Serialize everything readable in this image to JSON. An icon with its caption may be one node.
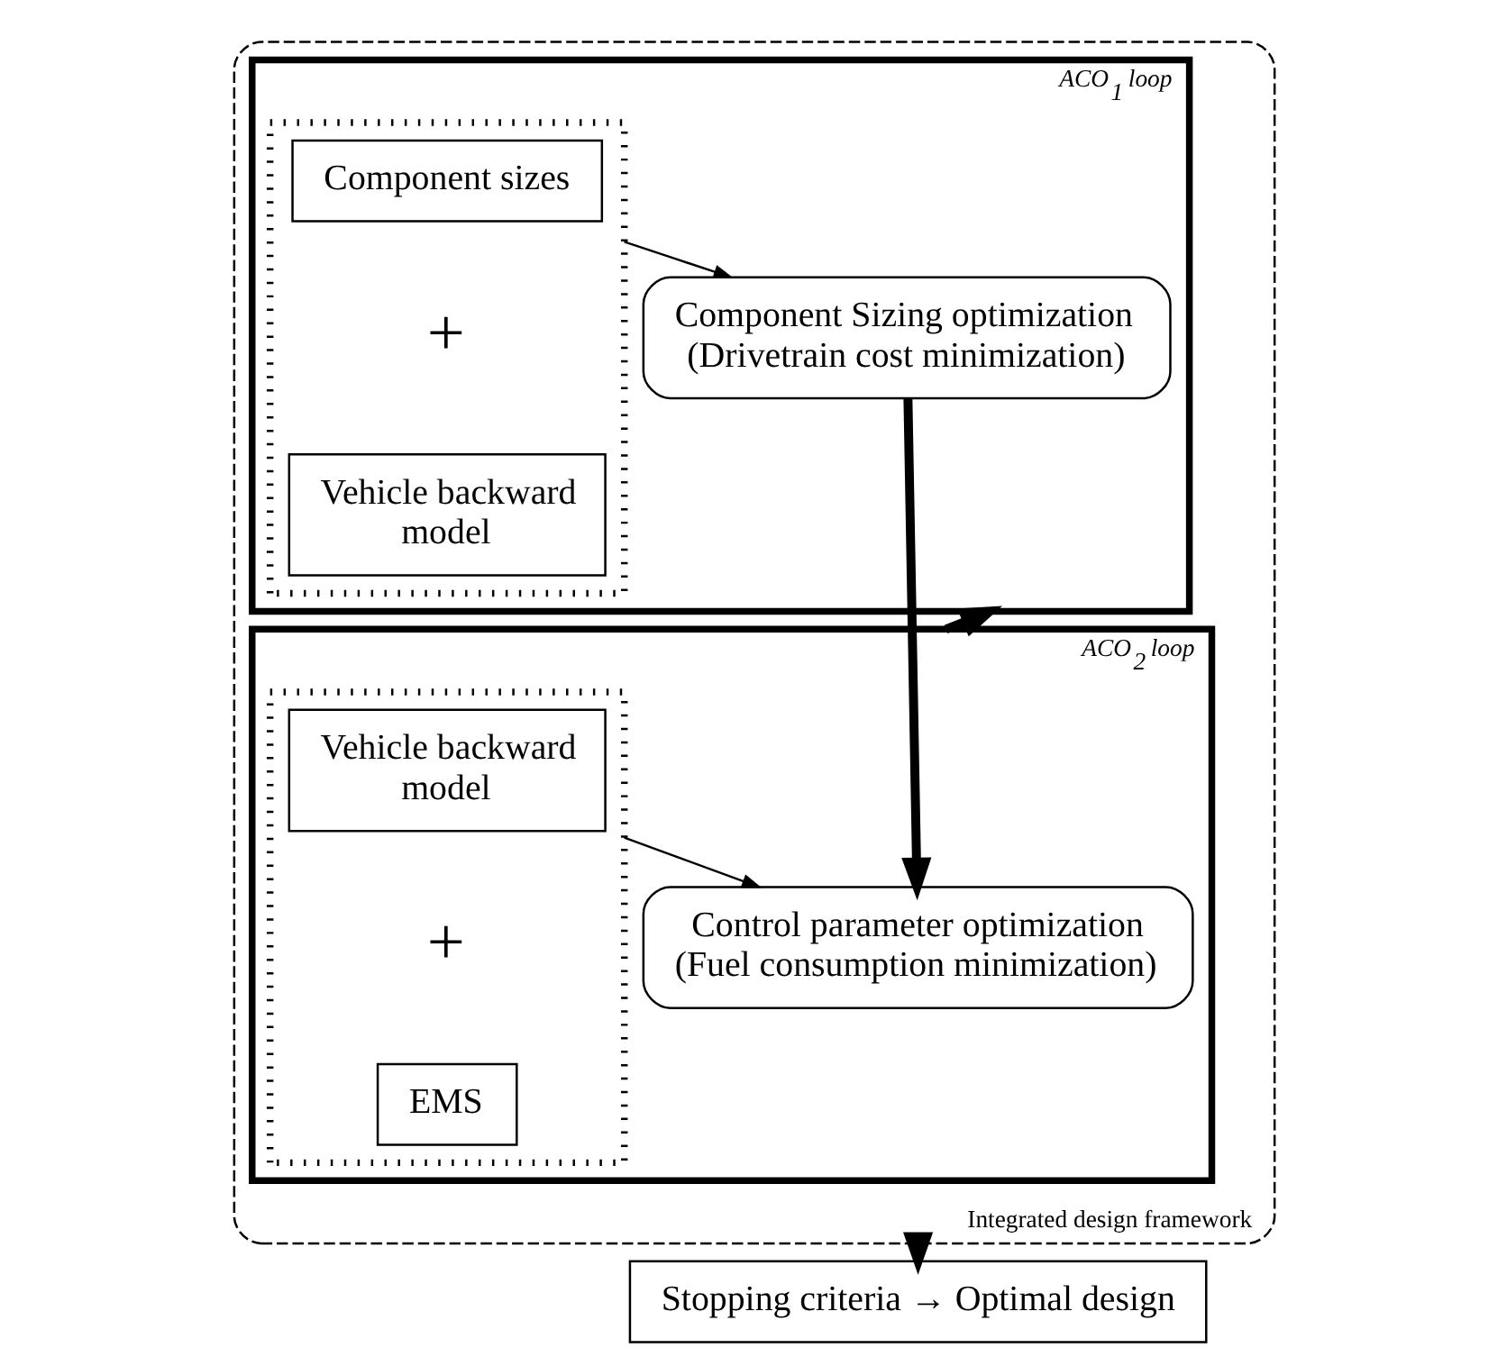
{
  "diagram": {
    "nodes": [
      {
        "text": [
          "Integrated design framework"
        ]
      },
      {
        "text": [
          "ACO$_{1}$ loop"
        ],
        "in": 0
      },
      {
        "text": [],
        "shape": "box",
        "in": 1
      },
      {
        "text": [
          "Component sizes"
        ],
        "in": 2
      },
      {
        "text": [
          "Vehicle backward model"
        ],
        "in": 2
      },
      {
        "text": [
          "Component Sizing optimization (Drivetrain cost minimization)"
        ],
        "in": 1
      },
      {
        "text": [
          "ACO$_{2}$ loop"
        ],
        "in": 0
      },
      {
        "text": [],
        "shape": "box",
        "in": 6
      },
      {
        "text": [
          "Vehicle backward model"
        ],
        "in": 7
      },
      {
        "text": [
          "EMS"
        ],
        "in": 7
      },
      {
        "text": [
          "Control parameter optimization (Fuel consumption minimization)"
        ],
        "in": 6
      },
      {
        "text": [
          "Stopping criteria → Optimal design"
        ]
      }
    ],
    "edges": [
      {
        "from": 2,
        "to": 5,
        "arrow": "to"
      },
      {
        "from": 5,
        "to": 10,
        "arrow": "to",
        "style": "thick"
      },
      {
        "from": 7,
        "to": 10,
        "arrow": "to"
      },
      {
        "from": 6,
        "to": 1,
        "arrow": "to",
        "style": "thick"
      },
      {
        "from": 0,
        "to": 11,
        "arrow": "to",
        "style": "thick"
      }
    ],
    "labels": [
      "+",
      "+"
    ]
  }
}
